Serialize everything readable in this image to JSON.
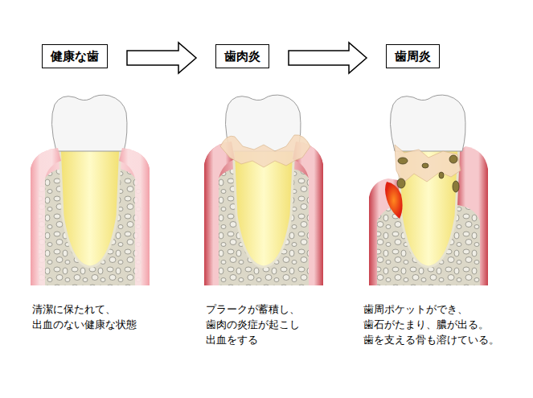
{
  "diagram": {
    "nodes": [
      {
        "text": [
          "健康な歯"
        ]
      },
      {
        "text": [
          "歯肉炎"
        ]
      },
      {
        "text": [
          "歯周炎"
        ]
      }
    ],
    "edges": [
      {
        "from": 0,
        "to": 1,
        "arrow": "to"
      },
      {
        "from": 1,
        "to": 2,
        "arrow": "to"
      }
    ],
    "labels": [
      "清潔に保たれて、 出血のない健康な状態",
      "プラークが蓄積し、 歯肉の炎症が起こし 出血をする",
      "歯周ポケットができ、 歯石がたまり、膿が出る。 歯を支える骨も溶けている。"
    ]
  }
}
